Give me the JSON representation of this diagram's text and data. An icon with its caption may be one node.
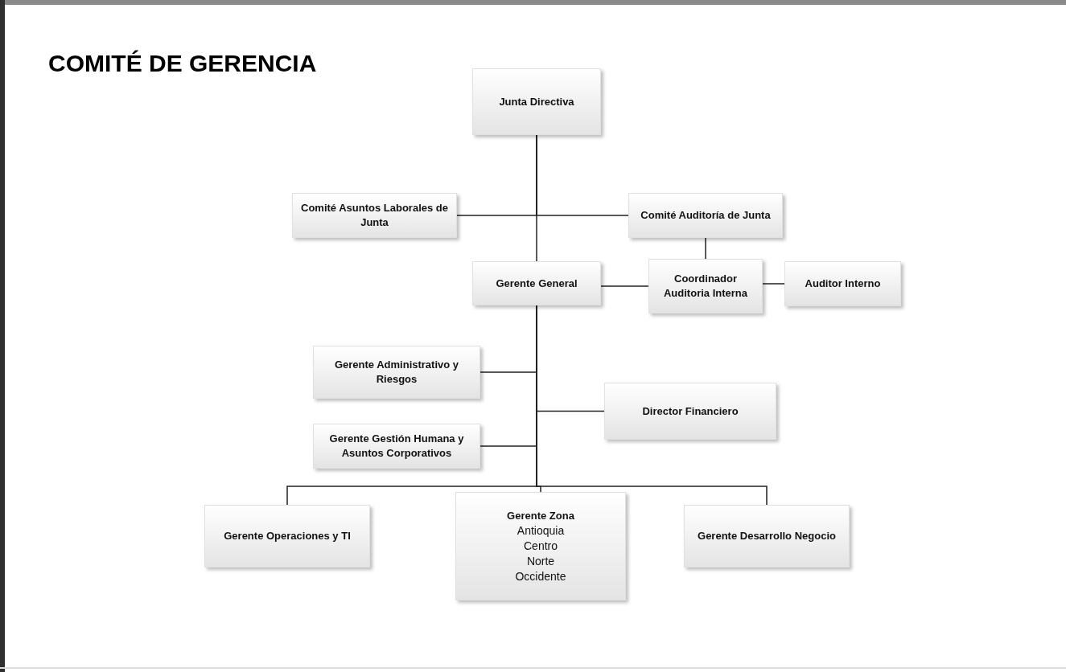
{
  "diagram": {
    "title": "COMITÉ DE GERENCIA",
    "nodes": [
      {
        "text": [
          "Junta Directiva"
        ]
      },
      {
        "text": [
          "Comité Asuntos Laborales de Junta"
        ]
      },
      {
        "text": [
          "Comité Auditoría de Junta"
        ]
      },
      {
        "text": [
          "Gerente General"
        ]
      },
      {
        "text": [
          "Coordinador Auditoria Interna"
        ]
      },
      {
        "text": [
          "Auditor Interno"
        ]
      },
      {
        "text": [
          "Gerente Administrativo y Riesgos"
        ]
      },
      {
        "text": [
          "Director Financiero"
        ]
      },
      {
        "text": [
          "Gerente Gestión Humana y Asuntos Corporativos"
        ]
      },
      {
        "text": [
          "Gerente Operaciones y TI"
        ]
      },
      {
        "text": [
          "Gerente Zona",
          "Antioquia",
          "Centro",
          "Norte",
          "Occidente"
        ]
      },
      {
        "text": [
          "Gerente Desarrollo Negocio"
        ]
      }
    ],
    "edges": [
      {
        "from": 0,
        "to": 1,
        "arrow": "none"
      },
      {
        "from": 0,
        "to": 2,
        "arrow": "none"
      },
      {
        "from": 0,
        "to": 3,
        "arrow": "none"
      },
      {
        "from": 2,
        "to": 4,
        "arrow": "none"
      },
      {
        "from": 3,
        "to": 4,
        "arrow": "none"
      },
      {
        "from": 4,
        "to": 5,
        "arrow": "none"
      },
      {
        "from": 3,
        "to": 6,
        "arrow": "none"
      },
      {
        "from": 3,
        "to": 7,
        "arrow": "none"
      },
      {
        "from": 3,
        "to": 8,
        "arrow": "none"
      },
      {
        "from": 3,
        "to": 9,
        "arrow": "none"
      },
      {
        "from": 3,
        "to": 10,
        "arrow": "none"
      },
      {
        "from": 3,
        "to": 11,
        "arrow": "none"
      }
    ]
  }
}
